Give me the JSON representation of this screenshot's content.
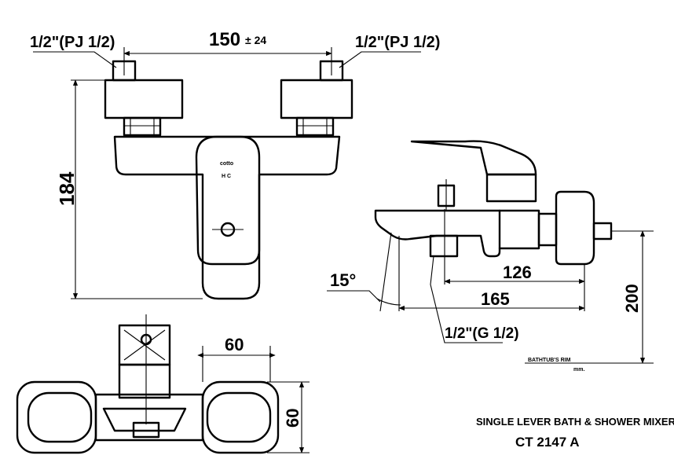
{
  "dimensions": {
    "pipe_left": "1/2\"(PJ 1/2)",
    "pipe_right": "1/2\"(PJ 1/2)",
    "spacing": "150",
    "spacing_tol": "± 24",
    "height": "184",
    "spout_126": "126",
    "spout_165": "165",
    "rim_height": "200",
    "angle": "15°",
    "outlet": "1/2\"(G 1/2)",
    "top_width": "60",
    "top_depth": "60"
  },
  "front_view": {
    "handle_mark": "cotto",
    "hot_cold": "H  C"
  },
  "rim": {
    "label": "BATHTUB'S RIM",
    "unit": "mm."
  },
  "product": {
    "description": "SINGLE LEVER BATH & SHOWER MIXER",
    "model": "CT 2147 A"
  }
}
